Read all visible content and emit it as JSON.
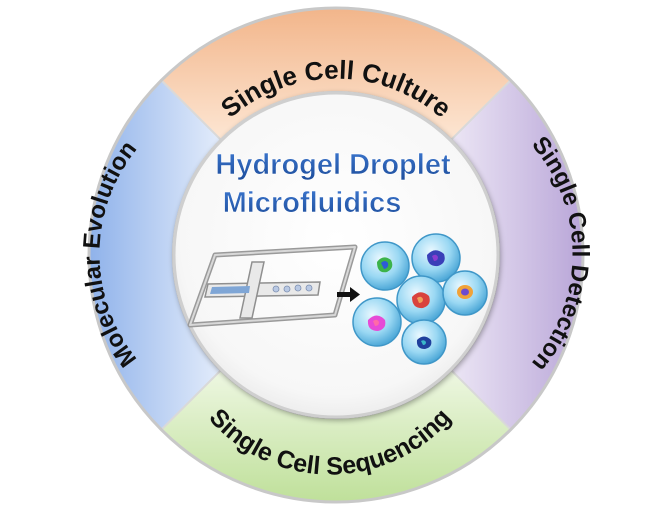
{
  "center": {
    "title_line1": "Hydrogel Droplet",
    "title_line2": "Microfluidics"
  },
  "segments": [
    {
      "label": "Single Cell Culture",
      "color": "#f6c9a4"
    },
    {
      "label": "Single Cell Detection",
      "color": "#cdbfe0"
    },
    {
      "label": "Single Cell Sequencing",
      "color": "#d6ebb8"
    },
    {
      "label": "Molecular Evolution",
      "color": "#b8cef0"
    }
  ],
  "colors": {
    "title": "#2a5db3",
    "ring_outline": "#c9c9c9",
    "segment_text": "#111111",
    "droplet": "#8fd3f0"
  },
  "illustration": {
    "arrow": "right-arrow-icon",
    "droplet_count": 6
  }
}
